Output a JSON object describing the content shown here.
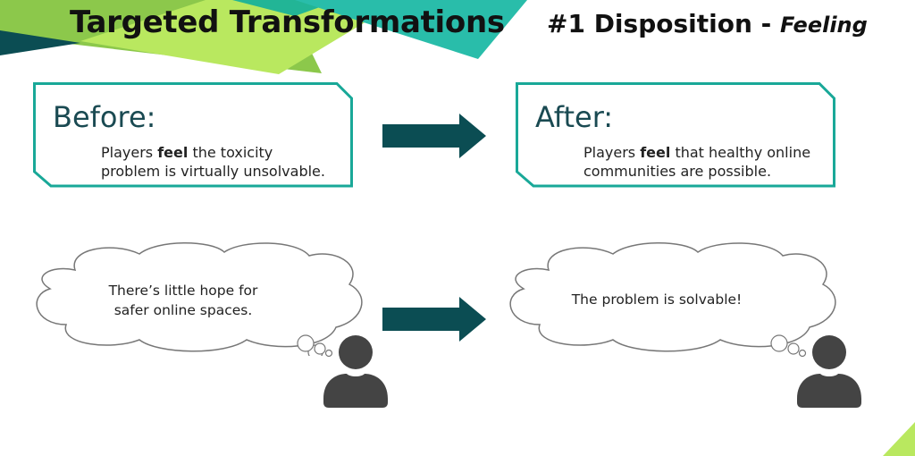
{
  "slide": {
    "title": "Targeted Transformations",
    "subtitle_main": "#1 Disposition - ",
    "subtitle_em": "Feeling",
    "colors": {
      "teal": "#1fb8a4",
      "dark_teal": "#0b4d53",
      "green": "#8cc84b",
      "light_green": "#b9e85f",
      "box_border": "#19a898",
      "arrow": "#0b4d53",
      "person": "#444444"
    }
  },
  "before": {
    "heading": "Before:",
    "text_pre": "Players ",
    "text_bold": "feel",
    "text_post_line1": " the toxicity",
    "text_line2": "problem is virtually unsolvable."
  },
  "after": {
    "heading": "After:",
    "text_pre": "Players ",
    "text_bold": "feel",
    "text_post_line1": " that healthy online",
    "text_line2": "communities are possible."
  },
  "thoughts": {
    "before_line1": "There’s little hope for",
    "before_line2": "safer online spaces.",
    "after_line1": "The problem is solvable!"
  },
  "icons": {
    "arrow": "right-arrow-icon",
    "person": "person-icon",
    "cloud": "thought-cloud-icon"
  }
}
